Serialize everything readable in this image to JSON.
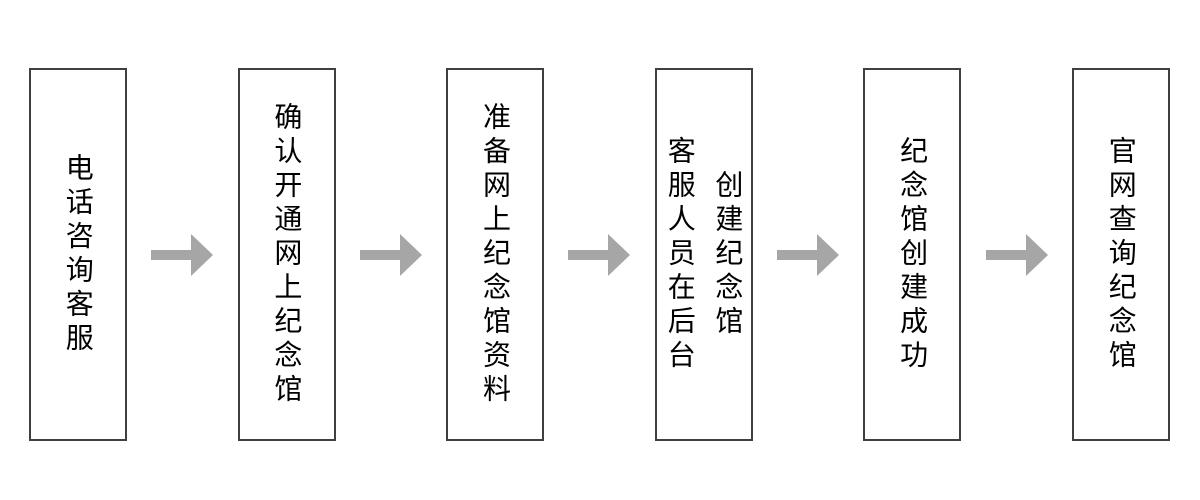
{
  "diagram": {
    "title": "memorial-hall-creation-flow",
    "steps": [
      {
        "label": "电话咨询客服"
      },
      {
        "label": "确认开通网上纪念馆"
      },
      {
        "label": "准备网上纪念馆资料"
      },
      {
        "label": "客服人员在后台\n创建纪念馆"
      },
      {
        "label": "纪念馆创建成功"
      },
      {
        "label": "官网查询纪念馆"
      }
    ],
    "colors": {
      "arrow": "#a6a6a6",
      "box_border": "#404040",
      "text": "#000000",
      "background": "#ffffff"
    }
  }
}
